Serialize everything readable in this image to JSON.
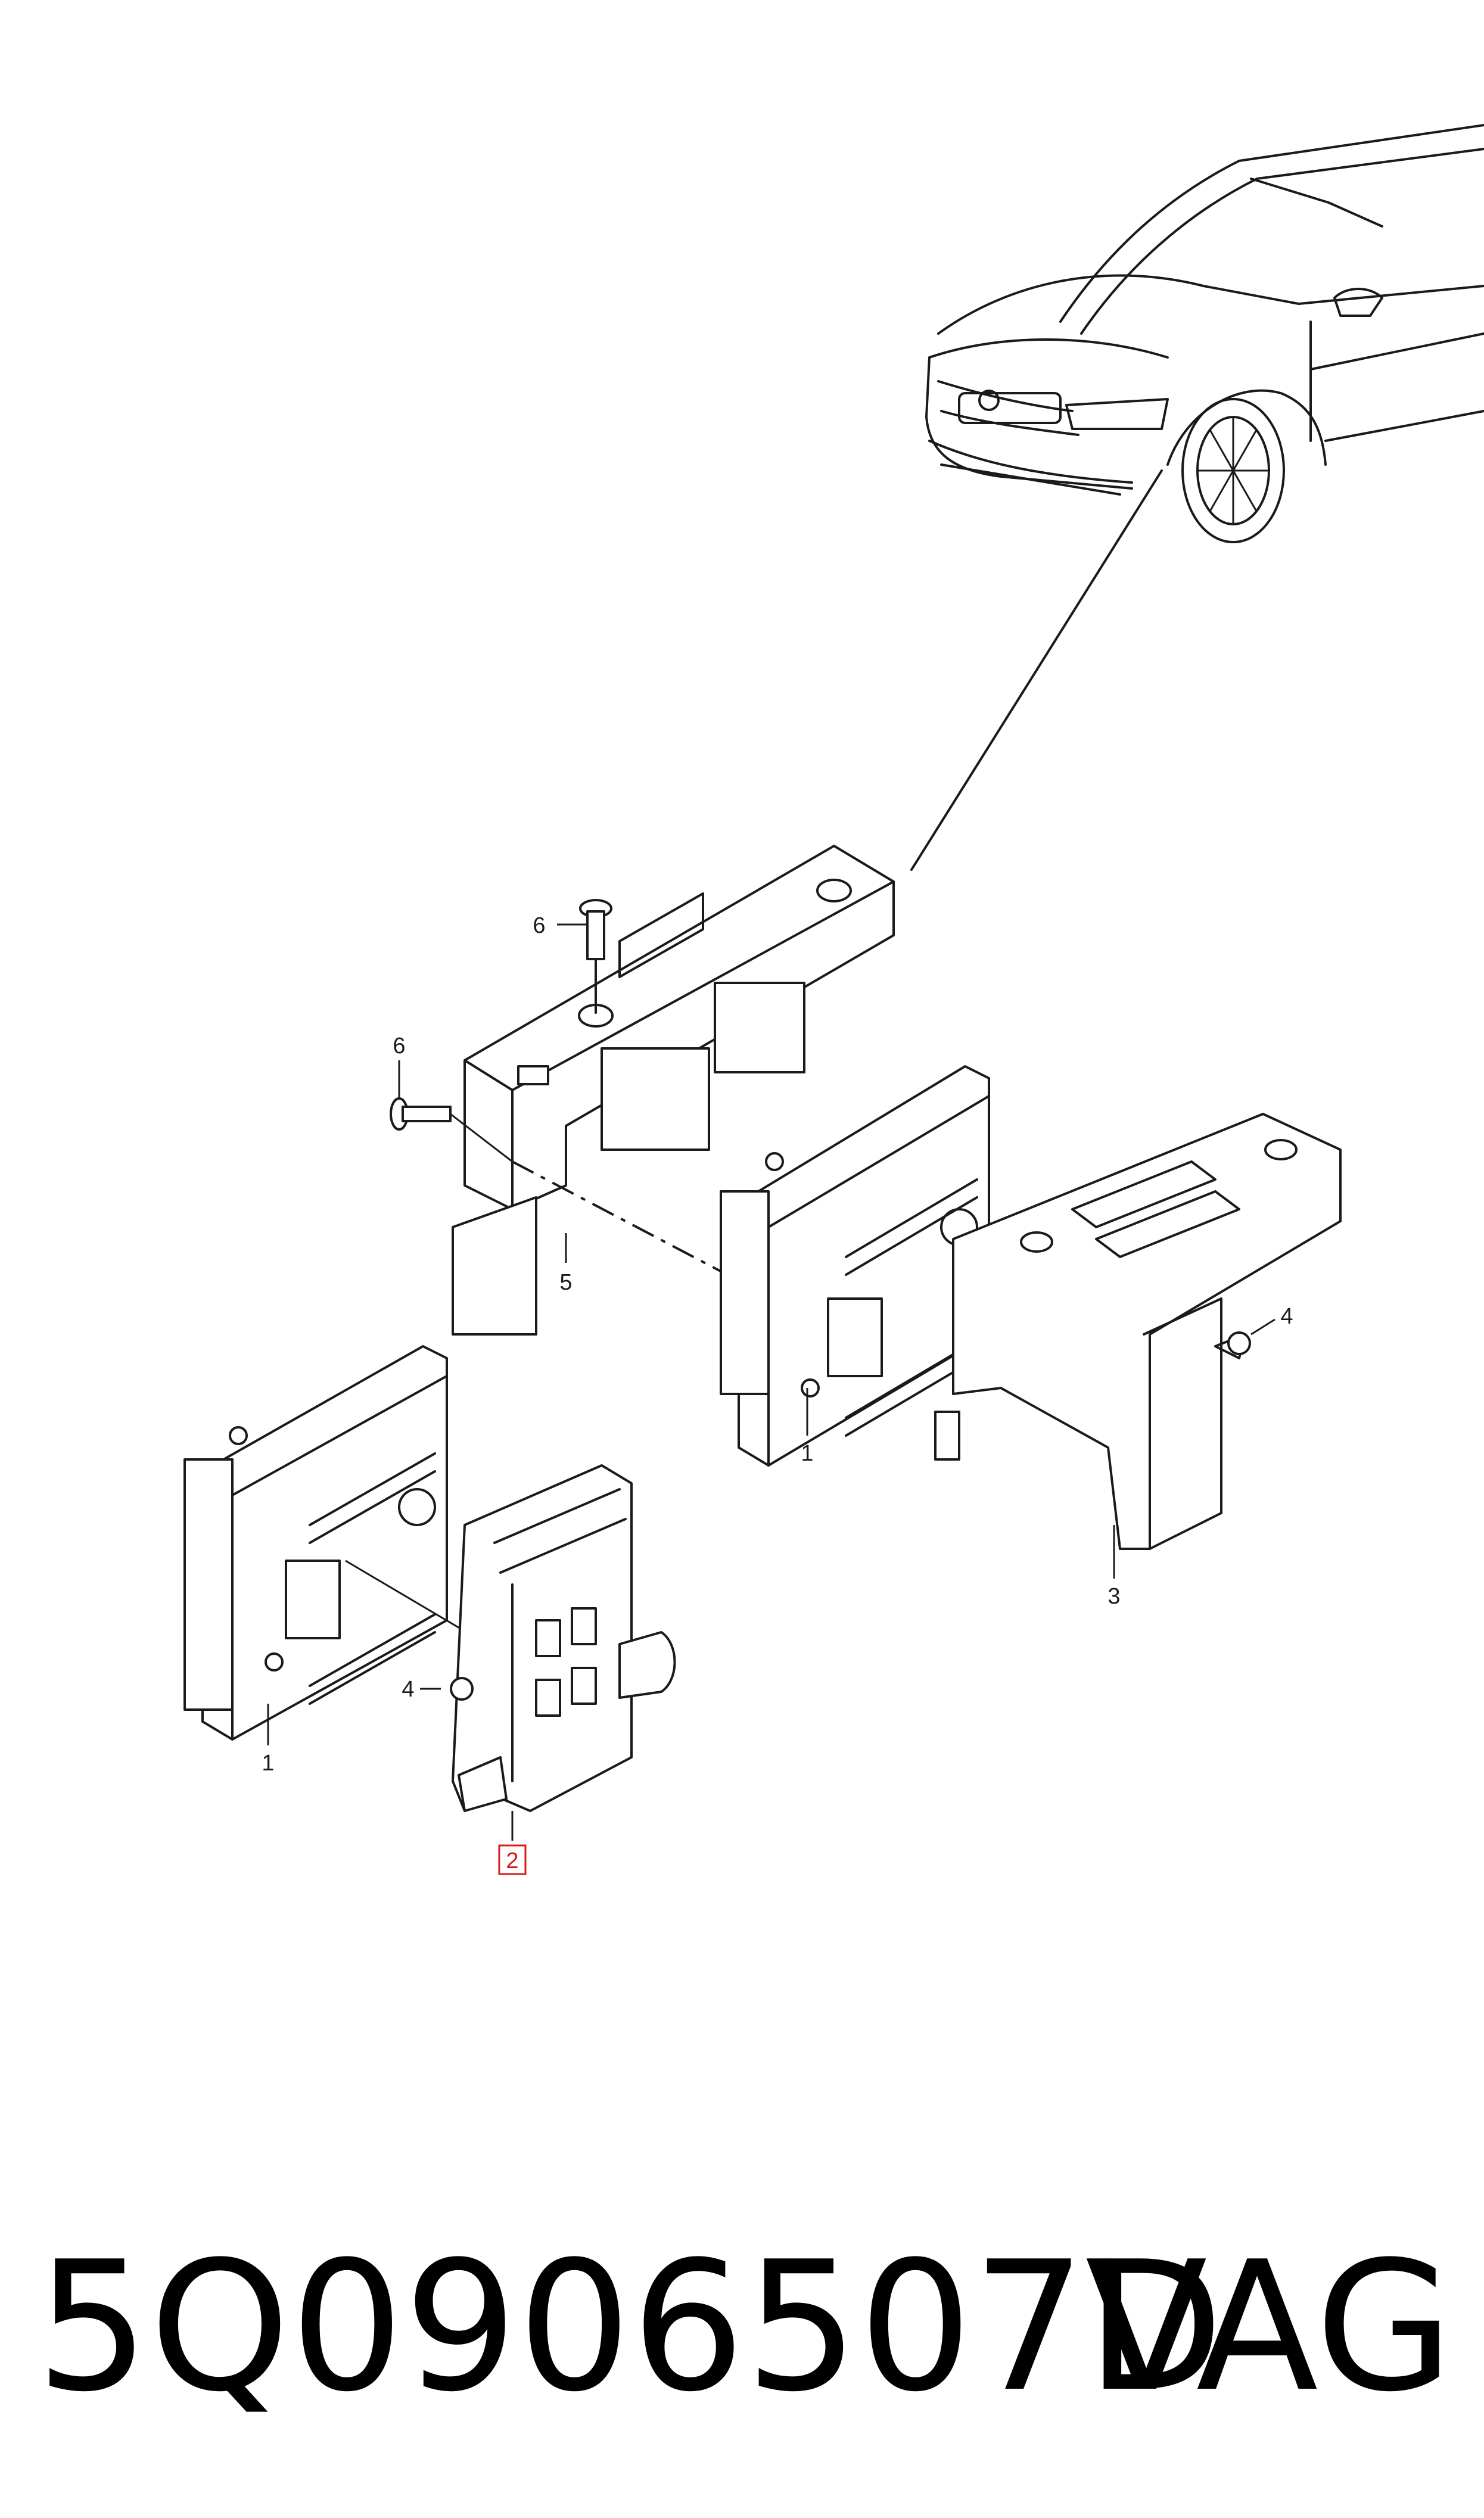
{
  "callouts": [
    {
      "id": "c6a",
      "text": "6"
    },
    {
      "id": "c6b",
      "text": "6"
    },
    {
      "id": "c5",
      "text": "5"
    },
    {
      "id": "c1a",
      "text": "1"
    },
    {
      "id": "c4a",
      "text": "4"
    },
    {
      "id": "c3",
      "text": "3"
    },
    {
      "id": "c4b",
      "text": "4"
    },
    {
      "id": "c1b",
      "text": "1"
    },
    {
      "id": "c2",
      "text": "2"
    }
  ],
  "highlight_color": "#d81b1b",
  "footer": {
    "part_number": "5Q0906507D",
    "brand": "VAG"
  }
}
